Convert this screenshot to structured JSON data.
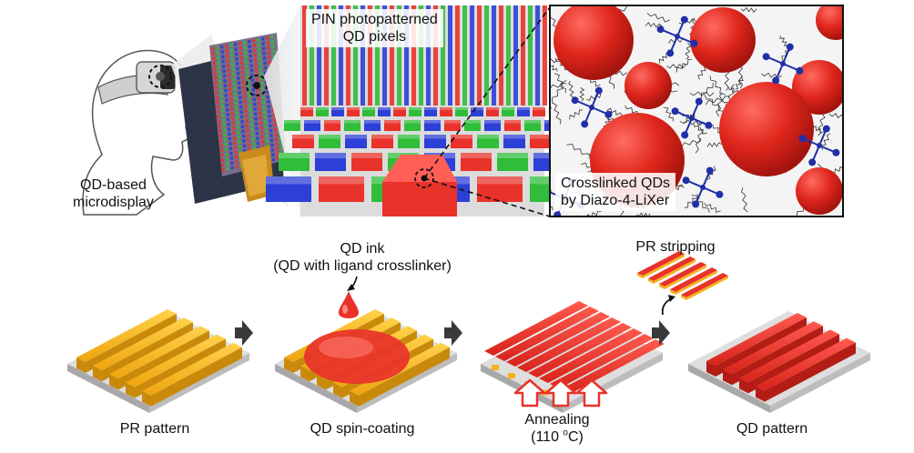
{
  "top": {
    "headset_label": [
      "QD-based",
      "microdisplay"
    ],
    "pixel_label": [
      "PIN photopatterned",
      "QD pixels"
    ],
    "crosslink_label": [
      "Crosslinked QDs",
      "by Diazo-4-LiXer"
    ]
  },
  "process": {
    "ink_label": [
      "QD ink",
      "(QD with ligand crosslinker)"
    ],
    "strip_label": "PR stripping",
    "anneal_label": "Annealing",
    "anneal_temp_prefix": "(110 ",
    "anneal_temp_sup": "o",
    "anneal_temp_suffix": "C)",
    "steps": [
      "PR pattern",
      "QD spin-coating",
      "",
      "QD pattern"
    ]
  },
  "colors": {
    "pr_yellow": "#f5b21f",
    "qd_red": "#e8322a",
    "substrate": "#c9c9c9",
    "pixel_green": "#2fbd3a",
    "pixel_blue": "#2c3fd6",
    "ligand_blue": "#1f2fa8"
  }
}
